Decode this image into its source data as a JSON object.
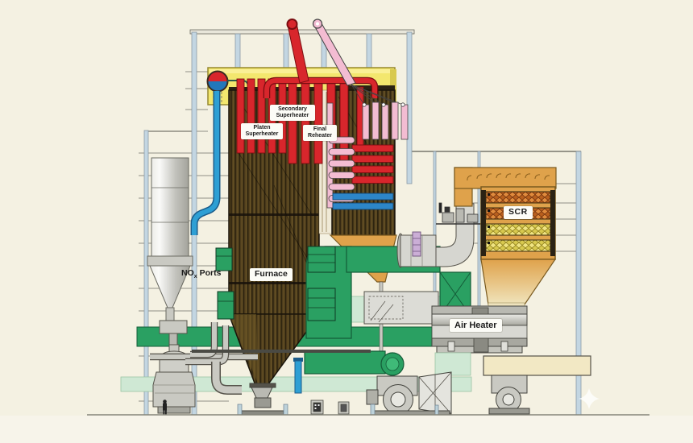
{
  "labels": {
    "platen_superheater": {
      "line1": "Platen",
      "line2": "Superheater"
    },
    "secondary_superheater": {
      "line1": "Secondary",
      "line2": "Superheater"
    },
    "final_reheater": {
      "line1": "Final",
      "line2": "Reheater"
    },
    "furnace": "Furnace",
    "nox_ports": {
      "pre": "NO",
      "sub": "x",
      "post": " Ports"
    },
    "scr": "SCR",
    "air_heater": "Air Heater"
  },
  "colors": {
    "background": "#f4f1e2",
    "ground": "#85857a",
    "structure-blue": "#c3d6e2",
    "structure-line": "#8a9aa6",
    "penthouse-yellow": "#f3e76e",
    "furnace-brown": "#53411e",
    "furnace-dark": "#2e240f",
    "red": "#d8262c",
    "red-dark": "#7a0d10",
    "pink": "#f3bcd2",
    "tan": "#dfa24b",
    "tan-dark": "#7a5a1f",
    "green": "#2aa062",
    "green-dark": "#145c38",
    "green-pale": "#cfe8d4",
    "catalyst-orange": "#b85f1d",
    "catalyst-yellow": "#d8c94f",
    "drum-red": "#d8262c",
    "drum-blue": "#2277bb",
    "pipe-blue": "#2e9fd4",
    "gray": "#c9c9c2",
    "gray-dark": "#55524a",
    "cream": "#f2e8c4",
    "purple": "#cbaed6",
    "label-bg": "#fcfcf7",
    "label-text": "#1b1b1b"
  }
}
